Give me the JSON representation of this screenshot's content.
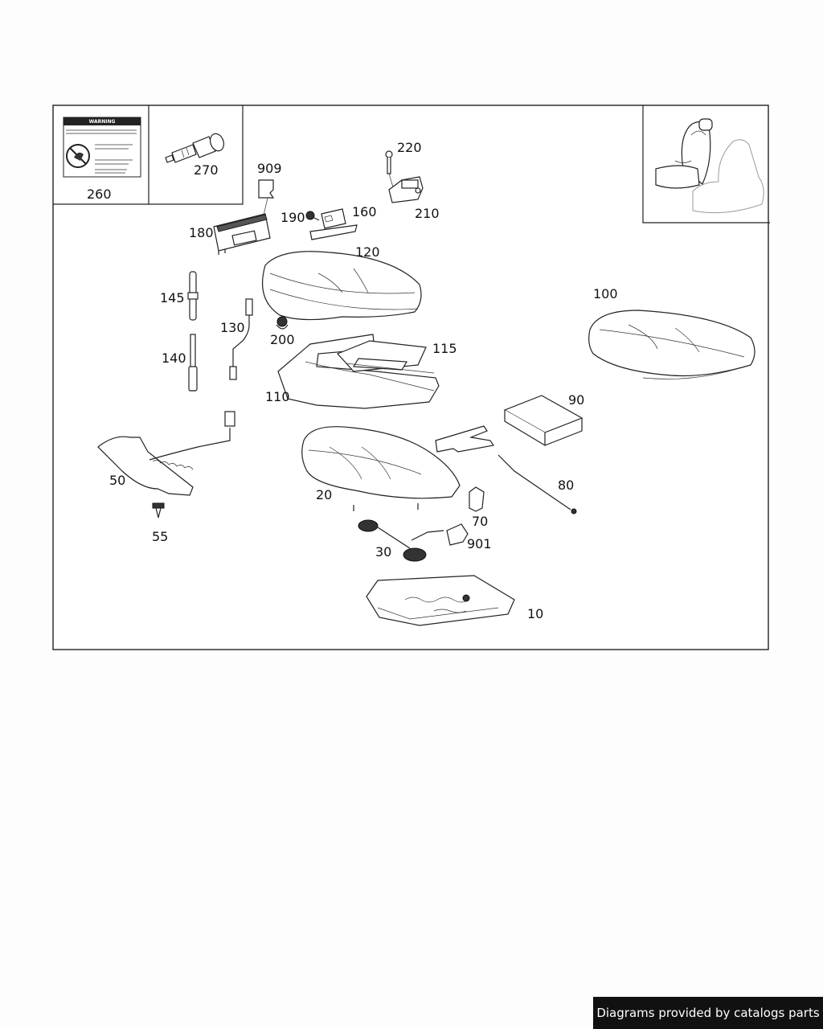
{
  "diagram": {
    "callouts": {
      "c10": "10",
      "c20": "20",
      "c30": "30",
      "c50": "50",
      "c55": "55",
      "c70": "70",
      "c80": "80",
      "c90": "90",
      "c100": "100",
      "c110": "110",
      "c115": "115",
      "c120": "120",
      "c130": "130",
      "c140": "140",
      "c145": "145",
      "c160": "160",
      "c180": "180",
      "c190": "190",
      "c200": "200",
      "c210": "210",
      "c220": "220",
      "c260": "260",
      "c270": "270",
      "c901": "901",
      "c909": "909"
    },
    "warning_label": {
      "heading": "WARNING"
    }
  },
  "footer": {
    "text": "Diagrams provided by catalogs parts"
  }
}
